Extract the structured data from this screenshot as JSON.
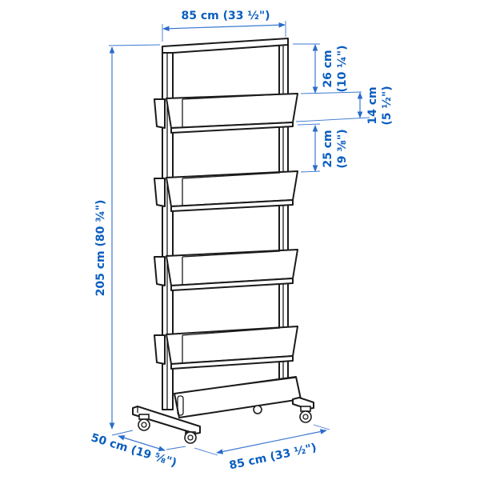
{
  "diagram": {
    "subject": "Tall planter shelf stand on casters with five trays",
    "colors": {
      "dimension": "#0a5ebf",
      "dimension_line": "#3b78d0",
      "outline": "#1b1b1b",
      "background": "#ffffff"
    },
    "dimensions": {
      "top_width": "85 cm (33 ½\")",
      "total_height": "205 cm (80 ¾\")",
      "top_gap": "26 cm",
      "top_gap_in": "(10 ¼\")",
      "tray_height": "14 cm",
      "tray_height_in": "(5 ½\")",
      "shelf_gap": "25 cm",
      "shelf_gap_in": "(9 ⅜\")",
      "depth": "50 cm (19 ⅝\")",
      "base_width": "85 cm (33 ½\")"
    },
    "parts": [
      "frame",
      "tray-1",
      "tray-2",
      "tray-3",
      "tray-4",
      "bottom-tray",
      "base-foot-left",
      "base-foot-right",
      "caster-wheels"
    ]
  }
}
